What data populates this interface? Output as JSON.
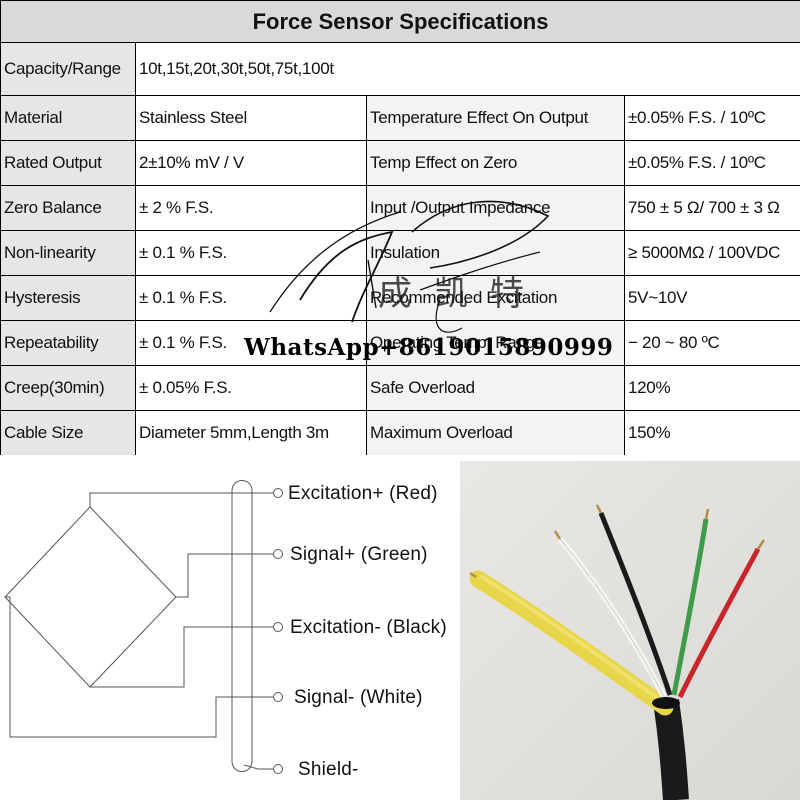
{
  "spec": {
    "title": "Force Sensor Specifications",
    "capacity": {
      "label": "Capacity/Range",
      "value": "10t,15t,20t,30t,50t,75t,100t"
    },
    "rows": [
      {
        "l1": "Material",
        "v1": "Stainless Steel",
        "l2": "Temperature Effect On Output",
        "v2": "±0.05% F.S. / 10ºC"
      },
      {
        "l1": "Rated Output",
        "v1": "2±10%  mV / V",
        "l2": "Temp Effect on Zero",
        "v2": "±0.05% F.S. / 10ºC"
      },
      {
        "l1": "Zero Balance",
        "v1": "± 2 % F.S.",
        "l2": "Input /Output  Impedance",
        "v2": "750 ± 5 Ω/ 700 ± 3 Ω"
      },
      {
        "l1": "Non-linearity",
        "v1": "± 0.1 % F.S.",
        "l2": "Insulation",
        "v2": "≥ 5000MΩ / 100VDC"
      },
      {
        "l1": "Hysteresis",
        "v1": "± 0.1 % F.S.",
        "l2": "Recommended Excitation",
        "v2": "5V~10V"
      },
      {
        "l1": "Repeatability",
        "v1": "± 0.1 % F.S.",
        "l2": "Operating Temp. Range",
        "v2": "− 20 ~ 80 ºC"
      },
      {
        "l1": "Creep(30min)",
        "v1": "± 0.05% F.S.",
        "l2": "Safe Overload",
        "v2": "120%"
      },
      {
        "l1": "Cable Size",
        "v1": "Diameter 5mm,Length 3m",
        "l2": "Maximum Overload",
        "v2": "150%"
      }
    ]
  },
  "watermark": {
    "text": "WhatsApp+8619015890999",
    "logo_glyphs": "成凯特"
  },
  "wiring": {
    "labels": [
      "Excitation+ (Red)",
      "Signal+ (Green)",
      "Excitation- (Black)",
      "Signal- (White)",
      "Shield-"
    ]
  },
  "colors": {
    "header_bg": "#d9d9d9",
    "key_bg": "#e6e6e6",
    "cable_yellow": "#e8d64a",
    "cable_black": "#1a1a1a",
    "wire_red": "#c8262a",
    "wire_green": "#3f9a4a",
    "wire_white": "#f4f4f0"
  }
}
